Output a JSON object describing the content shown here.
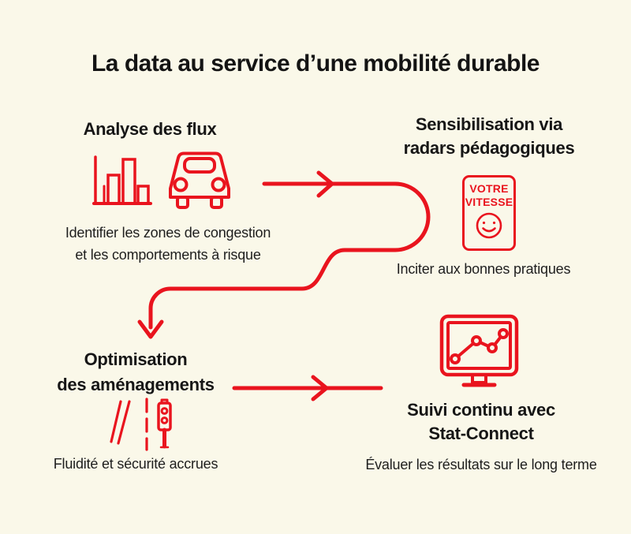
{
  "title": "La data au service d’une mobilité durable",
  "colors": {
    "background": "#FAF8E9",
    "accent": "#E9141E",
    "text": "#161616"
  },
  "steps": {
    "analyse": {
      "heading": "Analyse des flux",
      "caption_line1": "Identifier les zones de congestion",
      "caption_line2": "et les comportements à risque",
      "icons": [
        "bar-chart-icon",
        "car-icon"
      ]
    },
    "radars": {
      "heading_line1": "Sensibilisation via",
      "heading_line2": "radars pédagogiques",
      "sign_line1": "VOTRE",
      "sign_line2": "VITESSE",
      "caption": "Inciter aux bonnes pratiques",
      "icons": [
        "speed-radar-sign-icon",
        "smiley-face-icon"
      ]
    },
    "optimisation": {
      "heading_line1": "Optimisation",
      "heading_line2": "des aménagements",
      "caption": "Fluidité et sécurité accrues",
      "icons": [
        "road-markings-icon",
        "traffic-light-icon"
      ]
    },
    "suivi": {
      "heading_line1": "Suivi continu avec",
      "heading_line2": "Stat-Connect",
      "caption": "Évaluer les résultats sur le long terme",
      "icons": [
        "monitor-chart-icon"
      ]
    }
  }
}
